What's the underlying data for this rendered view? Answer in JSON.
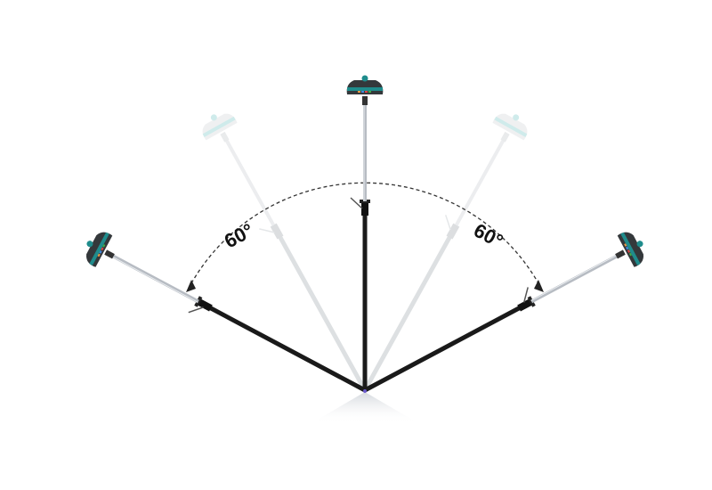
{
  "figure": {
    "description": "GNSS receiver on survey pole shown vertical and tilted 60 degrees left and right",
    "angle_labels": {
      "left": "60°",
      "right": "60°"
    },
    "colors": {
      "background": "#ffffff",
      "receiver_body": "#3a3d40",
      "receiver_accent": "#1f8c8c",
      "pole_upper": "#c8ccd2",
      "pole_lower": "#1a1a1a",
      "ghost": "#d8dde0",
      "ghost_accent": "#a8dcdc",
      "arc": "#333333"
    },
    "poles": [
      {
        "name": "vertical",
        "angle_deg": 0,
        "state": "solid"
      },
      {
        "name": "tilt-left-60",
        "angle_deg": -60,
        "state": "solid"
      },
      {
        "name": "tilt-right-60",
        "angle_deg": 60,
        "state": "solid"
      },
      {
        "name": "tilt-left-30-ghost",
        "angle_deg": -30,
        "state": "faded"
      },
      {
        "name": "tilt-right-30-ghost",
        "angle_deg": 30,
        "state": "faded"
      }
    ]
  }
}
